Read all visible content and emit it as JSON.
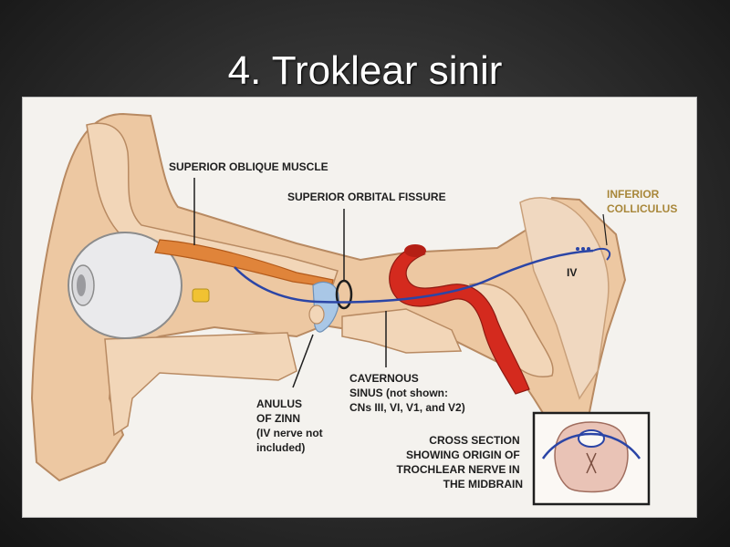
{
  "slide": {
    "title": "4. Troklear sinir"
  },
  "labels": {
    "superior_oblique": "SUPERIOR OBLIQUE MUSCLE",
    "orbital_fissure": "SUPERIOR ORBITAL FISSURE",
    "inferior_colliculus": [
      "INFERIOR",
      "COLLICULUS"
    ],
    "nerve_iv": "IV",
    "cavernous": [
      "CAVERNOUS",
      "SINUS (not shown:",
      "CNs III, VI, V1, and V2)"
    ],
    "anulus": [
      "ANULUS",
      "OF ZINN",
      "(IV nerve not",
      "included)"
    ],
    "cross_section": [
      "CROSS SECTION",
      "SHOWING ORIGIN OF",
      "TROCHLEAR NERVE IN",
      "THE MIDBRAIN"
    ]
  },
  "colors": {
    "bone": "#edc8a2",
    "bone_edge": "#b88a62",
    "muscle": "#e0843a",
    "artery": "#d42a1e",
    "nerve": "#2b45a6",
    "fluid": "#a9c7e6",
    "label_gold": "#a8873a"
  }
}
